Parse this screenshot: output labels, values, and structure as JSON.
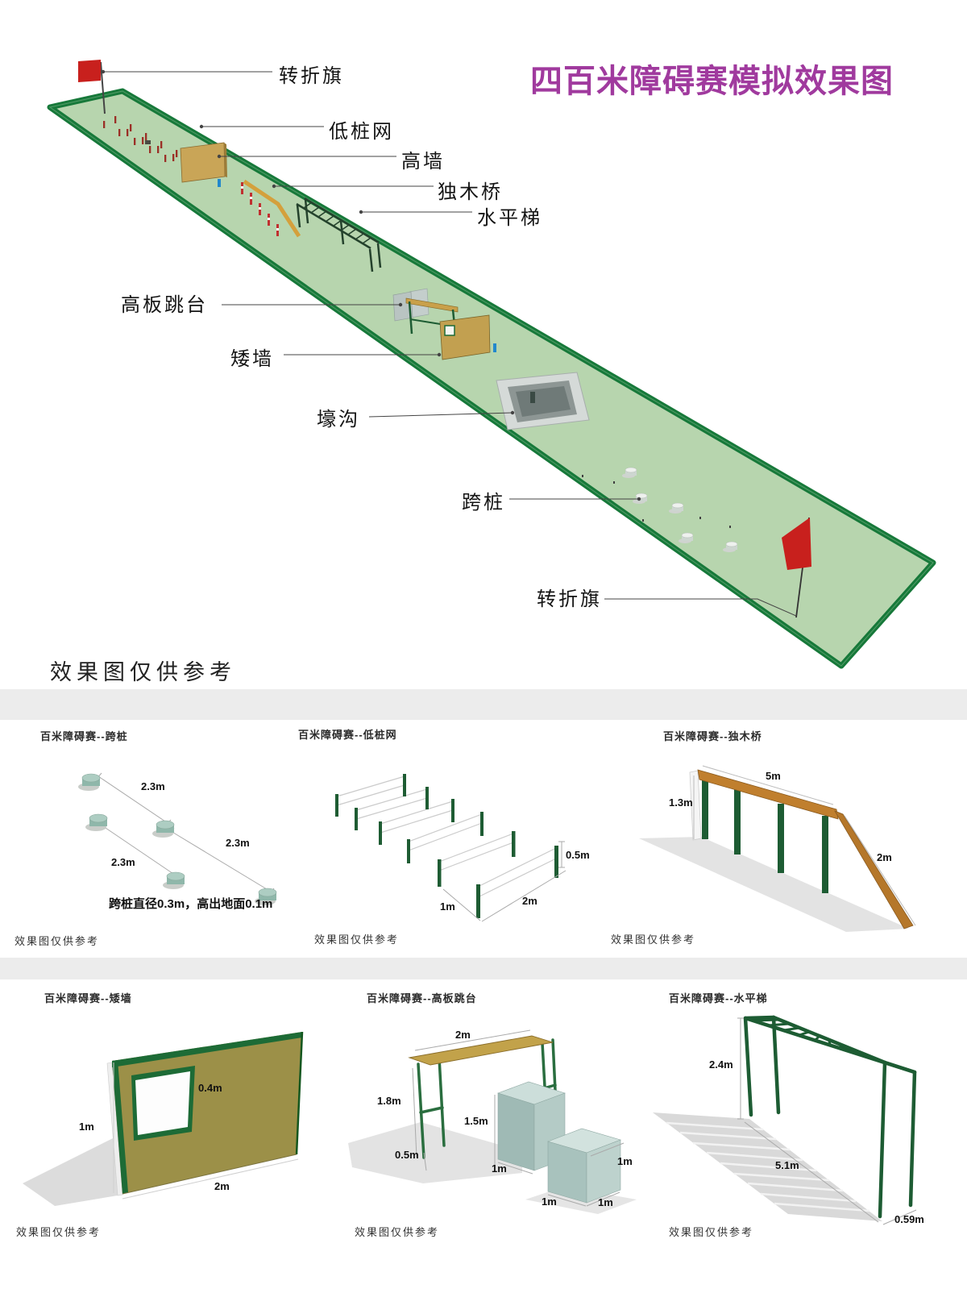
{
  "hero": {
    "title": "四百米障碍赛模拟效果图",
    "note": "效果图仅供参考",
    "labels": [
      {
        "id": "turning-flag-start",
        "text": "转折旗"
      },
      {
        "id": "low-stake-net",
        "text": "低桩网"
      },
      {
        "id": "high-wall",
        "text": "高墙"
      },
      {
        "id": "balance-beam",
        "text": "独木桥"
      },
      {
        "id": "horizontal-ladder",
        "text": "水平梯"
      },
      {
        "id": "high-board-platform",
        "text": "高板跳台"
      },
      {
        "id": "low-wall",
        "text": "矮墙"
      },
      {
        "id": "trench",
        "text": "壕沟"
      },
      {
        "id": "stride-stakes",
        "text": "跨桩"
      },
      {
        "id": "turning-flag-end",
        "text": "转折旗"
      }
    ]
  },
  "panels": [
    {
      "title": "百米障碍赛--跨桩",
      "dims": [
        "2.3m",
        "2.3m",
        "2.3m"
      ],
      "note": "跨桩直径0.3m，高出地面0.1m",
      "footer": "效果图仅供参考"
    },
    {
      "title": "百米障碍赛--低桩网",
      "dims": [
        "0.5m",
        "1m",
        "2m"
      ],
      "footer": "效果图仅供参考"
    },
    {
      "title": "百米障碍赛--独木桥",
      "dims": [
        "5m",
        "1.3m",
        "2m"
      ],
      "footer": "效果图仅供参考"
    },
    {
      "title": "百米障碍赛--矮墙",
      "dims": [
        "0.4m",
        "1m",
        "2m"
      ],
      "footer": "效果图仅供参考"
    },
    {
      "title": "百米障碍赛--高板跳台",
      "dims": [
        "2m",
        "1.8m",
        "1.5m",
        "0.5m",
        "1m",
        "1m",
        "1m",
        "1m"
      ],
      "footer": "效果图仅供参考"
    },
    {
      "title": "百米障碍赛--水平梯",
      "dims": [
        "2.4m",
        "5.1m",
        "0.59m"
      ],
      "footer": "效果图仅供参考"
    }
  ],
  "colors": {
    "title_accent": "#a03a9e",
    "track_fill": "#b7d5ae",
    "track_border": "#17793a",
    "flag_red": "#c8201d",
    "wood": "#c2843a",
    "post_green": "#1d5c33",
    "band_gray": "#ececec"
  }
}
